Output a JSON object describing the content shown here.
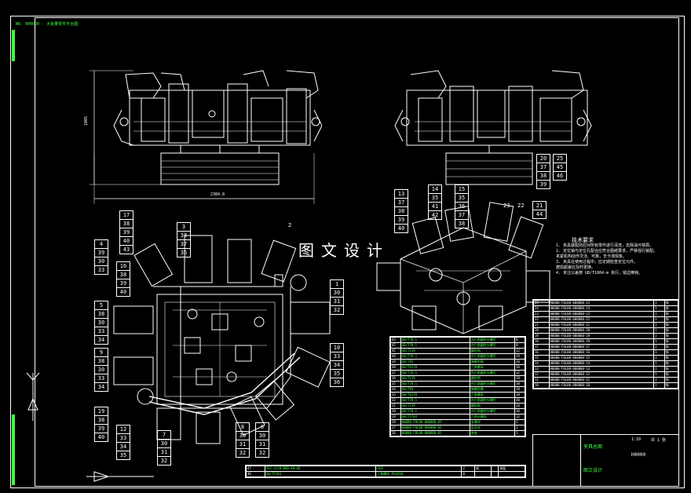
{
  "title_strip": {
    "text": "NO. 000000 · 大批量零件平台图"
  },
  "watermark": {
    "text": "图文设计"
  },
  "dimensions": {
    "width_label": "2384.8",
    "height_label": "1005"
  },
  "view_label": {
    "text": "2"
  },
  "notes": {
    "title": "技术要求",
    "lines": [
      "1. 夹具装配前应对所有零件进行清洗，去除油污铁屑。",
      "2. 定位销与定位孔配合应符合图纸要求，严禁强行装配。",
      "   夹紧机构动作灵活、可靠，无卡滞现象。",
      "3. 夹具在使用过程中，应定期检查定位元件。",
      "   磨损超差应及时更换。",
      "4. 未注公差按 GB/T1804-m 执行，锐边倒钝。"
    ]
  },
  "callouts": {
    "c17": [
      "17",
      "38",
      "39",
      "40",
      "43"
    ],
    "c3": [
      "3",
      "38",
      "37",
      "36"
    ],
    "c4": [
      "4",
      "39",
      "30",
      "33"
    ],
    "c16": [
      "16",
      "38",
      "39",
      "40"
    ],
    "c5": [
      "5",
      "38",
      "30",
      "33",
      "34"
    ],
    "c9": [
      "9",
      "38",
      "30",
      "33",
      "34"
    ],
    "c1": [
      "1",
      "30",
      "31",
      "32"
    ],
    "c10": [
      "10",
      "33",
      "34",
      "35",
      "36"
    ],
    "c19": [
      "19",
      "38",
      "39",
      "40"
    ],
    "c12": [
      "12",
      "33",
      "34",
      "35"
    ],
    "c7": [
      "7",
      "30",
      "31",
      "32"
    ],
    "c8": [
      "8",
      "30",
      "31",
      "32"
    ],
    "c6": [
      "6",
      "30",
      "31",
      "32"
    ],
    "c20": [
      "20",
      "37",
      "38",
      "39"
    ],
    "c25": [
      "25",
      "45",
      "46"
    ],
    "c13": [
      "13",
      "37",
      "38",
      "39",
      "40"
    ],
    "c14": [
      "14",
      "35",
      "41",
      "42"
    ],
    "c15": [
      "15",
      "35",
      "36",
      "37",
      "38"
    ],
    "c21": [
      "21",
      "44"
    ],
    "c23": [
      "23"
    ],
    "c22": [
      "22"
    ]
  },
  "bom_left": {
    "rows": [
      [
        "43",
        "GB/T70.1",
        "内六角圆柱头螺钉",
        "8"
      ],
      [
        "42",
        "GB/T70.1",
        "内六角圆柱头螺钉",
        "8"
      ],
      [
        "41",
        "GB/T119",
        "圆柱销",
        "12"
      ],
      [
        "40",
        "GB/T70.1",
        "内六角圆柱头螺钉",
        "24"
      ],
      [
        "39",
        "GB/T93",
        "弹簧垫圈",
        "16"
      ],
      [
        "38",
        "GB/T6170",
        "六角螺母",
        "16"
      ],
      [
        "37",
        "GB/T70.1",
        "内六角圆柱头螺钉",
        "32"
      ],
      [
        "36",
        "GB/T119",
        "圆柱销",
        "20"
      ],
      [
        "35",
        "GB/T70.1",
        "内六角圆柱头螺钉",
        "30"
      ],
      [
        "34",
        "GB/T93",
        "弹簧垫圈",
        "18"
      ],
      [
        "33",
        "GB/T6170",
        "六角螺母",
        "18"
      ],
      [
        "32",
        "GB/T70.1",
        "内六角圆柱头螺钉",
        "40"
      ],
      [
        "31",
        "GB/T119",
        "圆柱销",
        "26"
      ],
      [
        "30",
        "GB/T70.1",
        "内六角圆柱头螺钉",
        "36"
      ],
      [
        "29",
        "GB/T5783",
        "六角头螺栓",
        "12"
      ],
      [
        "28",
        "H0000-F0L00-000000-03",
        "支撑块",
        "2"
      ],
      [
        "27",
        "H0000-F0L00-000000-02",
        "定位块",
        "2"
      ],
      [
        "26",
        "H0000-F0L00-000000-01",
        "底座",
        "1"
      ]
    ]
  },
  "bom_right": {
    "rows": [
      [
        "25",
        "H0000-F0L00-000000-25",
        "1",
        "钢"
      ],
      [
        "24",
        "H0000-F0L00-000000-24",
        "1",
        "钢"
      ],
      [
        "23",
        "H0000-F0L00-000000-23",
        "1",
        "钢"
      ],
      [
        "22",
        "H0000-F0L00-000000-22",
        "1",
        "钢"
      ],
      [
        "21",
        "H0000-F0L00-000000-21",
        "1",
        "钢"
      ],
      [
        "20",
        "H0000-F0L00-000000-20",
        "1",
        "钢"
      ],
      [
        "19",
        "H0000-F0L00-000000-19",
        "1",
        "钢"
      ],
      [
        "18",
        "H0000-F0L00-000000-18",
        "1",
        "钢"
      ],
      [
        "17",
        "H0000-F0L00-000000-17",
        "1",
        "钢"
      ],
      [
        "16",
        "H0000-F0L00-000000-16",
        "1",
        "钢"
      ],
      [
        "15",
        "H0000-F0L00-000000-15",
        "1",
        "钢"
      ],
      [
        "14",
        "H0000-F0L00-000000-14",
        "1",
        "钢"
      ],
      [
        "13",
        "H0000-F0L00-000000-13",
        "1",
        "钢"
      ],
      [
        "12",
        "H0000-F0L00-000000-12",
        "1",
        "钢"
      ],
      [
        "11",
        "H0000-F0L00-000000-11",
        "1",
        "钢"
      ],
      [
        "10",
        "H0000-F0L00-000000-10",
        "1",
        "钢"
      ]
    ]
  },
  "bottom_rows": [
    [
      "47",
      "ZS2-4/20-B00-A8-4D",
      "吊环",
      "2",
      "钢",
      "",
      "装配"
    ],
    [
      "46",
      "GB/T5783",
      "六角螺栓 M16X50",
      "8",
      "",
      "",
      ""
    ]
  ],
  "title_block": {
    "drawing_name": "夹具总图",
    "company": "图文设计",
    "sheet": "共 1 张",
    "scale": "1:10",
    "code": "H0000"
  },
  "colors": {
    "background": "#000000",
    "lines": "#ffffff",
    "accent": "#3cff3c",
    "frame": "#ffffff"
  }
}
